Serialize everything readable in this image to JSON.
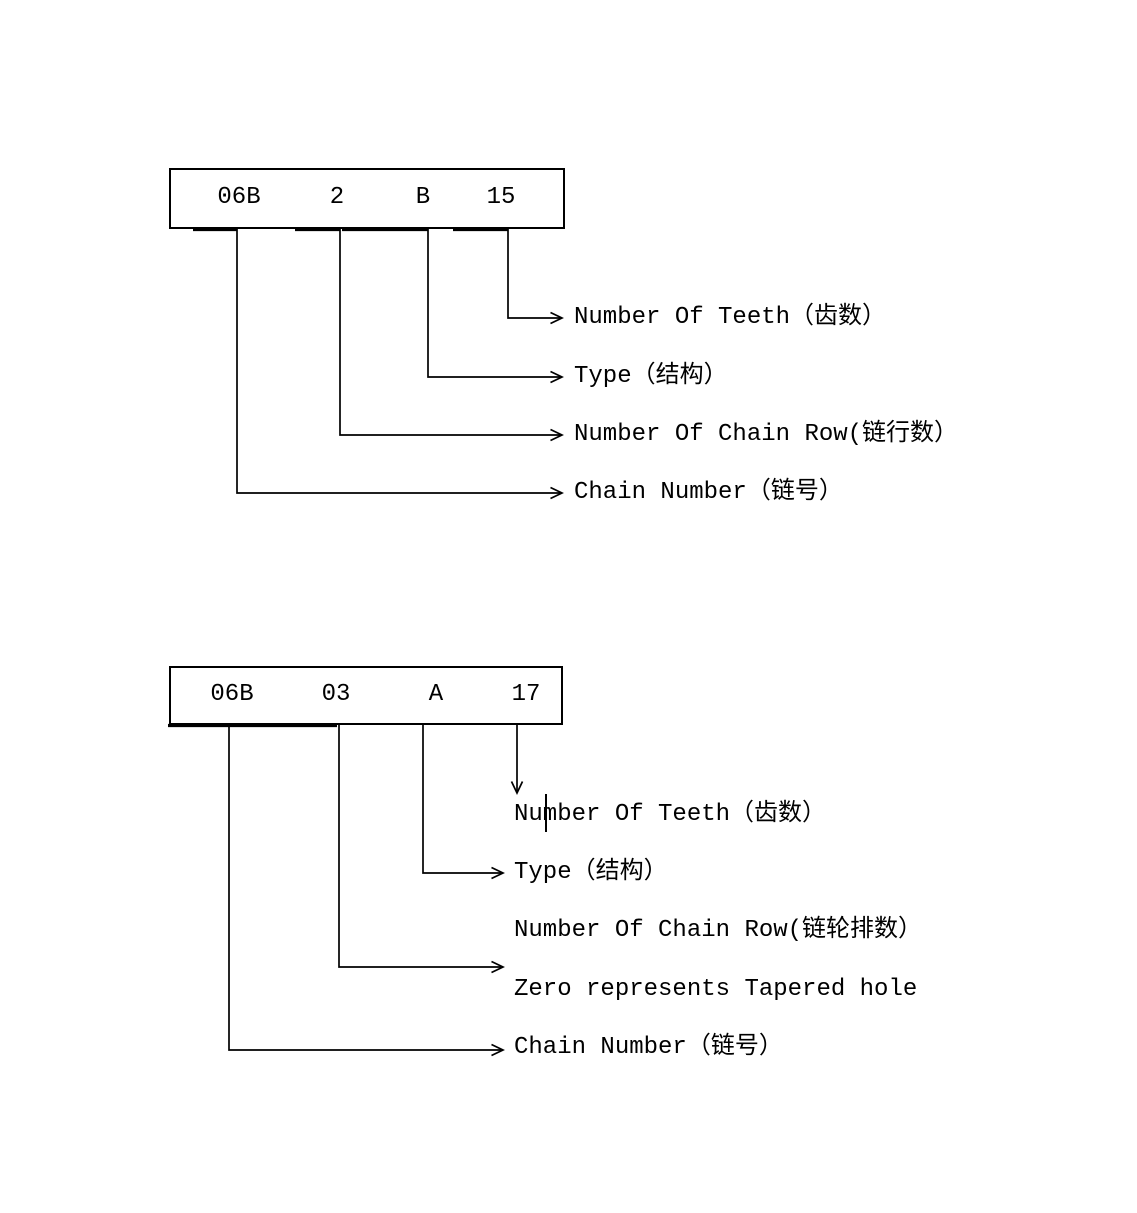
{
  "page": {
    "background_color": "#ffffff",
    "ink_color": "#000000"
  },
  "diagram1": {
    "codes": {
      "chain_number": "06B",
      "chain_row": "2",
      "type": "B",
      "teeth": "15"
    },
    "labels": {
      "teeth": "Number Of Teeth（齿数）",
      "type": "Type（结构）",
      "chain_row": "Number Of Chain Row(链行数）",
      "chain_number": "Chain Number（链号）"
    }
  },
  "diagram2": {
    "codes": {
      "chain_number": "06B",
      "chain_row": "03",
      "type": "A",
      "teeth": "17"
    },
    "labels": {
      "teeth": "Number Of Teeth（齿数）",
      "type": "Type（结构）",
      "chain_row": "Number Of Chain Row(链轮排数）",
      "zero_note": "Zero represents Tapered hole",
      "chain_number": "Chain Number（链号）"
    }
  }
}
